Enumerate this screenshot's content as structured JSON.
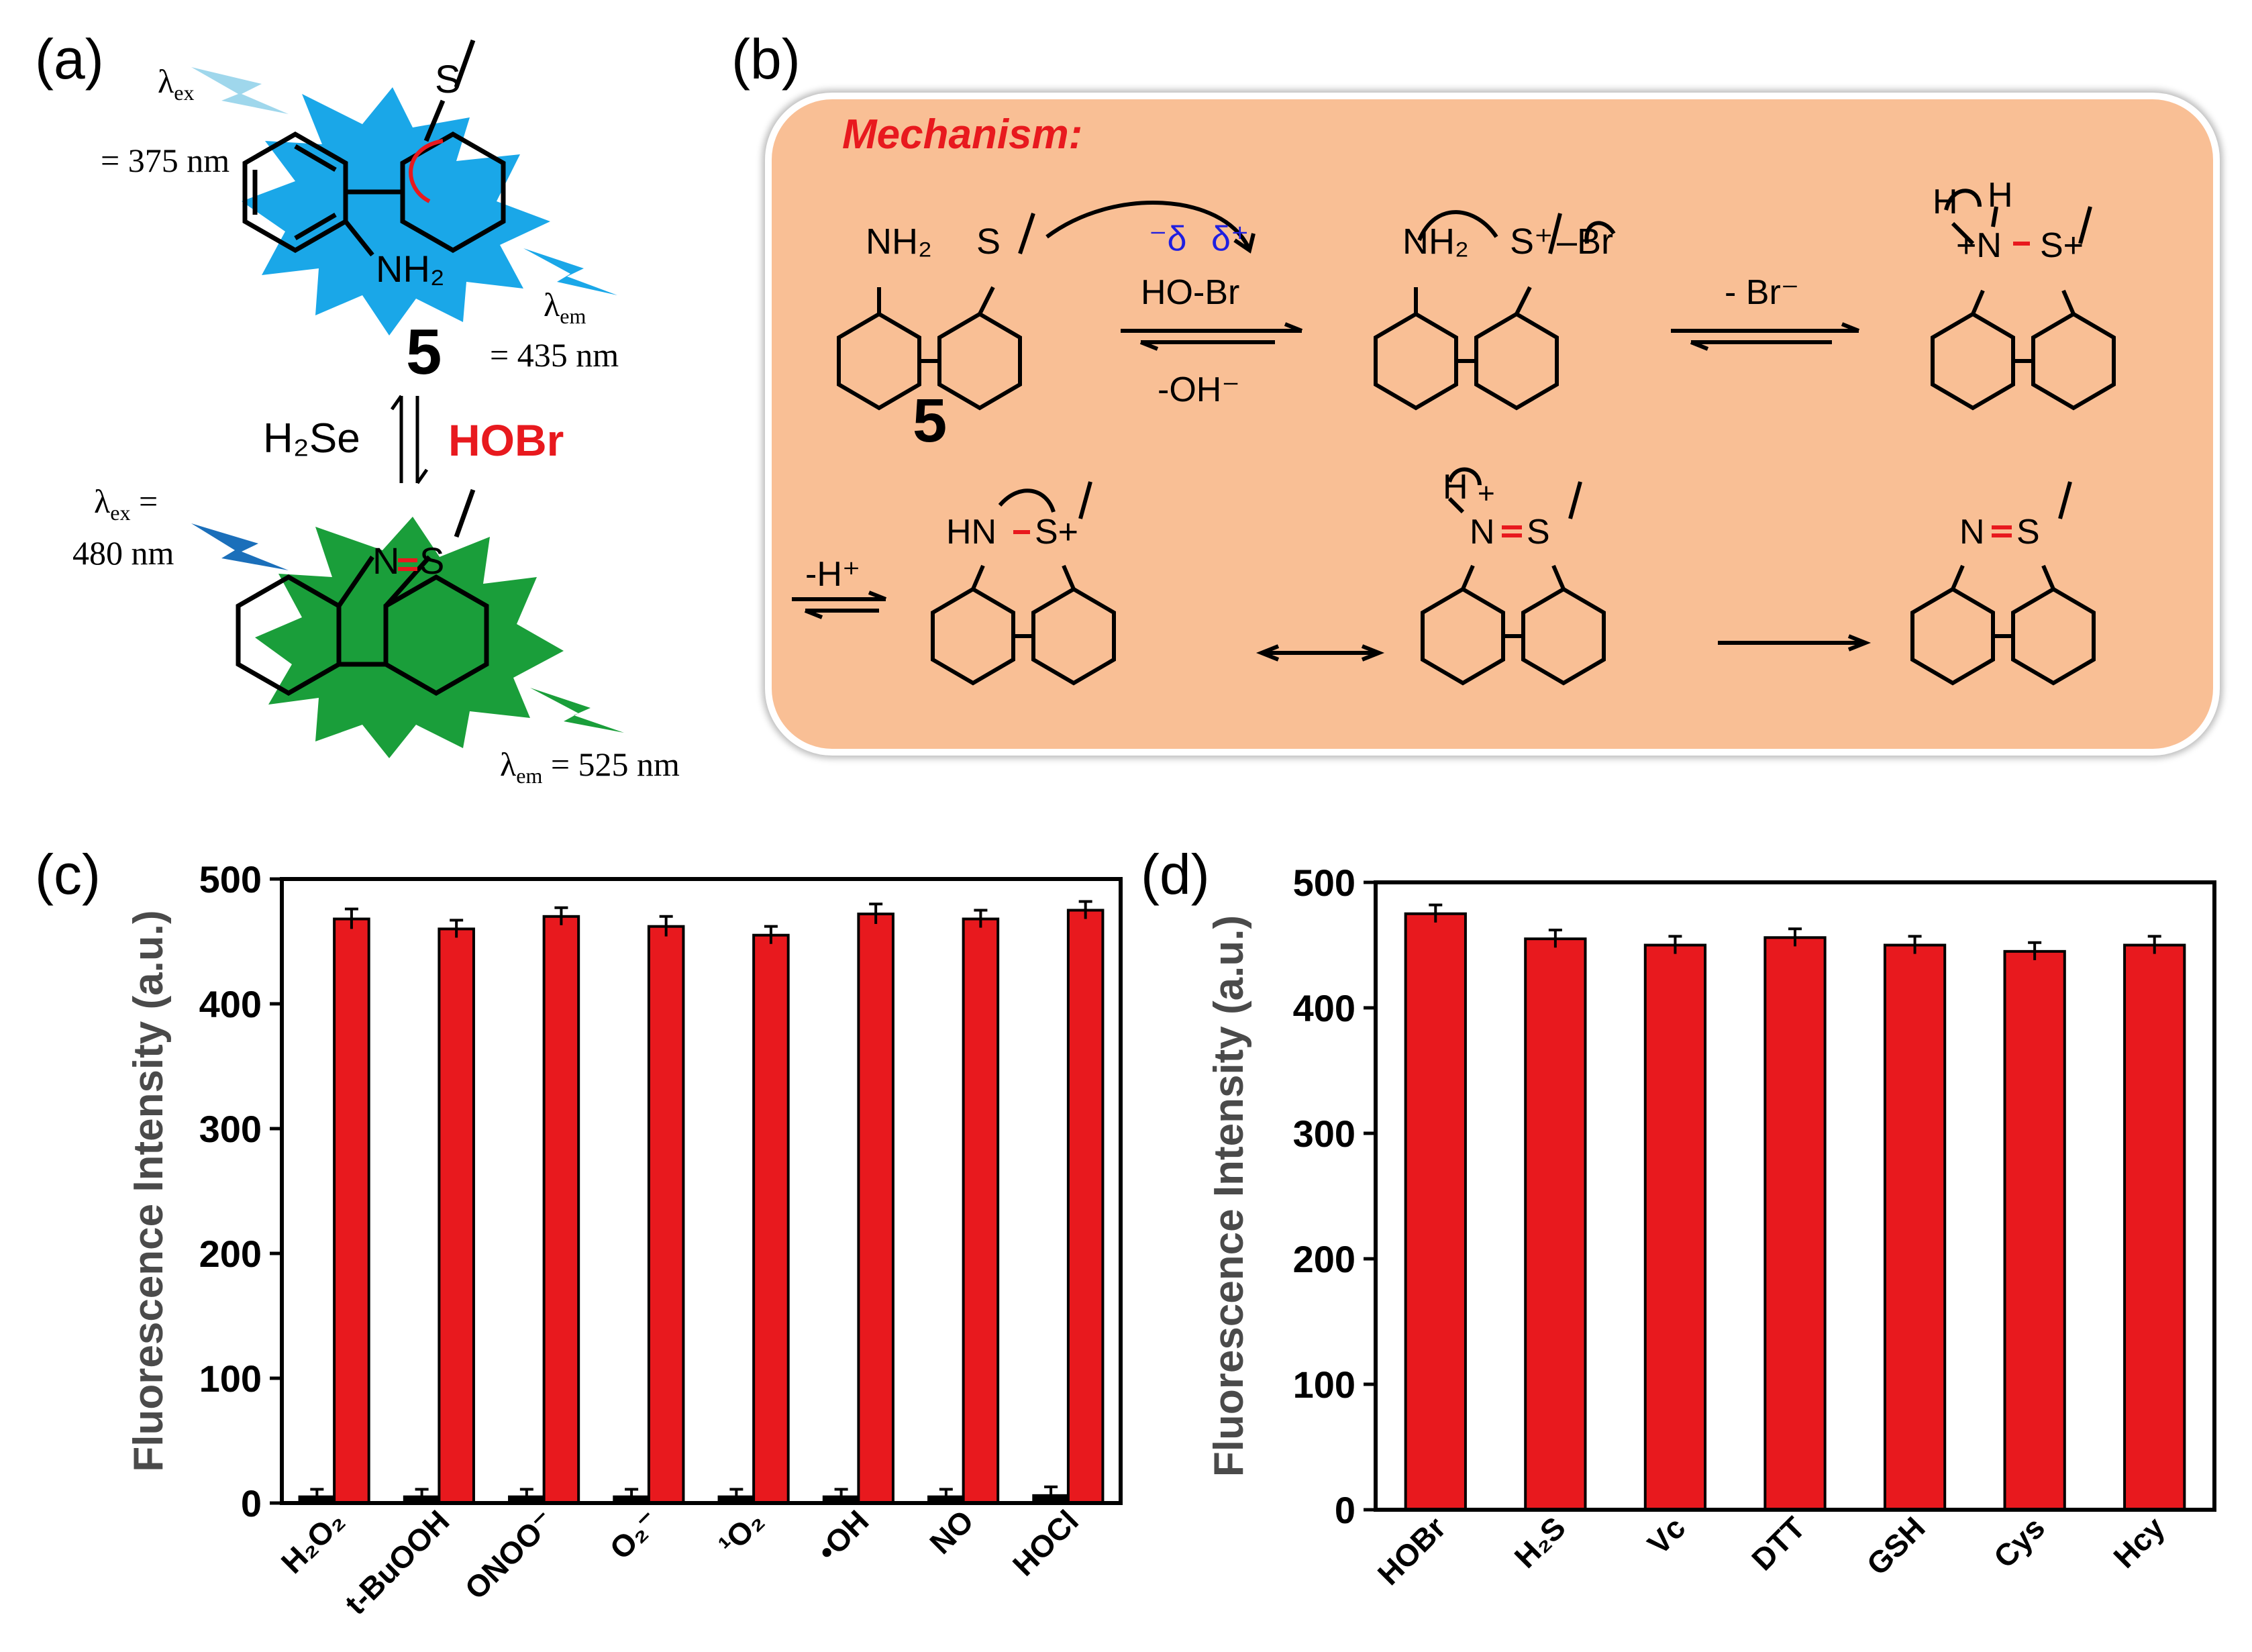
{
  "panels": {
    "a_label": "(a)",
    "b_label": "(b)",
    "c_label": "(c)",
    "d_label": "(d)"
  },
  "panel_a": {
    "ex_top": "λ",
    "ex_top_sub": "ex",
    "ex_top_value": "= 375 nm",
    "em_top": "λ",
    "em_top_sub": "em",
    "em_top_value": "= 435  nm",
    "compound": "5",
    "reverse_reagent": "H₂Se",
    "forward_reagent": "HOBr",
    "ex_bottom": "λ",
    "ex_bottom_sub": "ex",
    "ex_bottom_eq": "=",
    "ex_bottom_value": "480 nm",
    "em_bottom": "λ",
    "em_bottom_sub": "em",
    "em_bottom_value": "= 525  nm",
    "atoms": {
      "s": "S",
      "nh2": "NH₂",
      "n": "N",
      "s2": "S"
    },
    "colors": {
      "blue_star": "#1aa7e8",
      "green_star": "#1a9e3a",
      "red": "#e8191e"
    }
  },
  "panel_b": {
    "title": "Mechanism:",
    "compound": "5",
    "labels": {
      "nh2": "NH₂",
      "s": "S",
      "delta_minus": "⁻δ",
      "delta_plus": "δ⁺",
      "hobr": "HO-Br",
      "minus_oh": "-OH⁻",
      "int1_nh2": "NH₂",
      "int1_s": "S⁺",
      "int1_br": "–Br",
      "minus_br": "- Br⁻",
      "int2_h1": "H",
      "int2_h2": "H",
      "int2_n": "+N",
      "int2_s": "S+",
      "minus_h": "-H⁺",
      "int3_hn": "HN",
      "int3_s": "S+",
      "int4_h": "H",
      "int4_n": "N",
      "int4_plus": "+",
      "int4_s": "S",
      "prod_n": "N",
      "prod_s": "S"
    },
    "colors": {
      "box": "#f9bf95",
      "title": "#e8191e",
      "delta": "#1f1fe0"
    }
  },
  "chart_data": [
    {
      "type": "bar",
      "ylabel": "Fluorescence Intensity (a.u.)",
      "ylim": [
        0,
        500
      ],
      "yticks": [
        0,
        100,
        200,
        300,
        400,
        500
      ],
      "categories": [
        "H₂O₂",
        "t-BuOOH",
        "ONOO⁻",
        "O₂⁻",
        "¹O₂",
        "•OH",
        "NO",
        "HOCl"
      ],
      "series": [
        {
          "color": "#000000",
          "values": [
            5,
            5,
            5,
            5,
            5,
            5,
            5,
            6
          ],
          "errors": [
            6,
            6,
            6,
            6,
            6,
            6,
            6,
            7
          ]
        },
        {
          "color": "#e8191e",
          "values": [
            468,
            460,
            470,
            462,
            455,
            472,
            468,
            475
          ],
          "errors": [
            8,
            7,
            7,
            8,
            7,
            8,
            7,
            7
          ]
        }
      ]
    },
    {
      "type": "bar",
      "ylabel": "Fluorescence Intensity (a.u.)",
      "ylim": [
        0,
        500
      ],
      "yticks": [
        0,
        100,
        200,
        300,
        400,
        500
      ],
      "categories": [
        "HOBr",
        "H₂S",
        "Vc",
        "DTT",
        "GSH",
        "Cys",
        "Hcy"
      ],
      "series": [
        {
          "color": "#e8191e",
          "values": [
            475,
            455,
            450,
            456,
            450,
            445,
            450
          ],
          "errors": [
            7,
            7,
            7,
            7,
            7,
            7,
            7
          ]
        }
      ]
    }
  ]
}
